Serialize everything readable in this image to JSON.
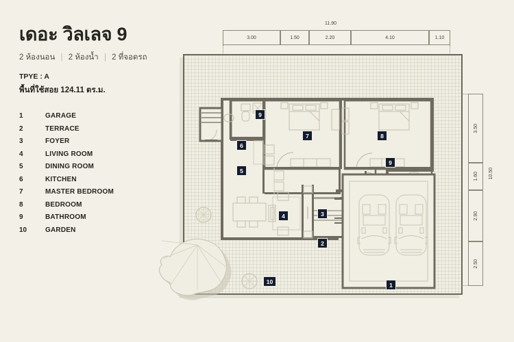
{
  "header": {
    "title": "เดอะ วิลเลจ 9",
    "subtitle_parts": [
      "2 ห้องนอน",
      "2 ห้องน้ำ",
      "2 ที่จอดรถ"
    ],
    "separator": "|",
    "type_line": "TPYE : A",
    "area_line": "พื้นที่ใช้สอย 124.11 ตร.ม."
  },
  "legend": {
    "items": [
      {
        "num": "1",
        "label": "GARAGE"
      },
      {
        "num": "2",
        "label": "TERRACE"
      },
      {
        "num": "3",
        "label": "FOYER"
      },
      {
        "num": "4",
        "label": "LIVING ROOM"
      },
      {
        "num": "5",
        "label": "DINING ROOM"
      },
      {
        "num": "6",
        "label": "KITCHEN"
      },
      {
        "num": "7",
        "label": "MASTER BEDROOM"
      },
      {
        "num": "8",
        "label": "BEDROOM"
      },
      {
        "num": "9",
        "label": "BATHROOM"
      },
      {
        "num": "10",
        "label": "GARDEN"
      }
    ]
  },
  "dimensions": {
    "top_total": "11.90",
    "top_segments": [
      "3.00",
      "1.50",
      "2.20",
      "4.10",
      "1.10"
    ],
    "right_total": "10.50",
    "right_segments": [
      "3.50",
      "1.60",
      "2.90",
      "2.50"
    ]
  },
  "plan": {
    "room_badges": [
      {
        "id": "1",
        "label": "1",
        "room": "garage"
      },
      {
        "id": "2",
        "label": "2",
        "room": "terrace"
      },
      {
        "id": "3",
        "label": "3",
        "room": "foyer"
      },
      {
        "id": "4",
        "label": "4",
        "room": "living-room"
      },
      {
        "id": "5",
        "label": "5",
        "room": "dining-room"
      },
      {
        "id": "6",
        "label": "6",
        "room": "kitchen"
      },
      {
        "id": "7",
        "label": "7",
        "room": "master-bedroom"
      },
      {
        "id": "8",
        "label": "8",
        "room": "bedroom"
      },
      {
        "id": "9a",
        "label": "9",
        "room": "bathroom-master"
      },
      {
        "id": "9b",
        "label": "9",
        "room": "bathroom-second"
      },
      {
        "id": "10",
        "label": "10",
        "room": "garden"
      }
    ]
  },
  "colors": {
    "background": "#f3f1e7",
    "plot_fill": "#f0eee2",
    "wall": "#6f6b60",
    "badge_bg": "#131c2e",
    "furniture_line": "#c3bfae",
    "text": "#24241f"
  }
}
